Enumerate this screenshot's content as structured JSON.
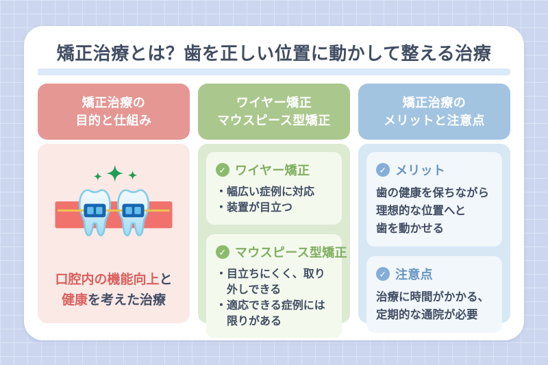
{
  "title": "矯正治療とは？歯を正しい位置に動かして整える治療",
  "ui": {
    "bullet_char": "・",
    "check_glyph": "✓"
  },
  "palette": {
    "background": "#ccd7ef",
    "pink_header": "#e59793",
    "pink_body": "#fbe9e6",
    "green_header": "#aac88e",
    "green_body": "#dcead2",
    "blue_header": "#a2c4e1",
    "blue_body": "#d7e7f4",
    "dark_text": "#414d63",
    "red_accent": "#d9605d",
    "green_accent": "#7fae5f",
    "blue_accent": "#6595c2",
    "sparkle_green": "#1f9e55",
    "gum_red": "#f1726d",
    "wire_yellow": "#eac351",
    "bracket_blue": "#1765b0"
  },
  "left": {
    "header_line1": "矯正治療の",
    "header_line2": "目的と仕組み",
    "caption": {
      "l1_red": "口腔内の機能向上",
      "l1_dark": "と",
      "l2_red": "健康",
      "l2_dark": "を考えた治療"
    }
  },
  "middle": {
    "header_line1": "ワイヤー矯正",
    "header_line2": "マウスピース型矯正",
    "cards": [
      {
        "title": "ワイヤー矯正",
        "bullets": [
          "幅広い症例に対応",
          "装置が目立つ"
        ]
      },
      {
        "title": "マウスピース型矯正",
        "bullets": [
          "目立ちにくく、取り外しできる",
          "適応できる症例には限りがある"
        ]
      }
    ]
  },
  "right": {
    "header_line1": "矯正治療の",
    "header_line2": "メリットと注意点",
    "cards": [
      {
        "title": "メリット",
        "lines": [
          "歯の健康を保ちながら",
          "理想的な位置へと",
          "歯を動かせる"
        ]
      },
      {
        "title": "注意点",
        "lines": [
          "治療に時間がかかる、",
          "定期的な通院が必要"
        ]
      }
    ]
  }
}
